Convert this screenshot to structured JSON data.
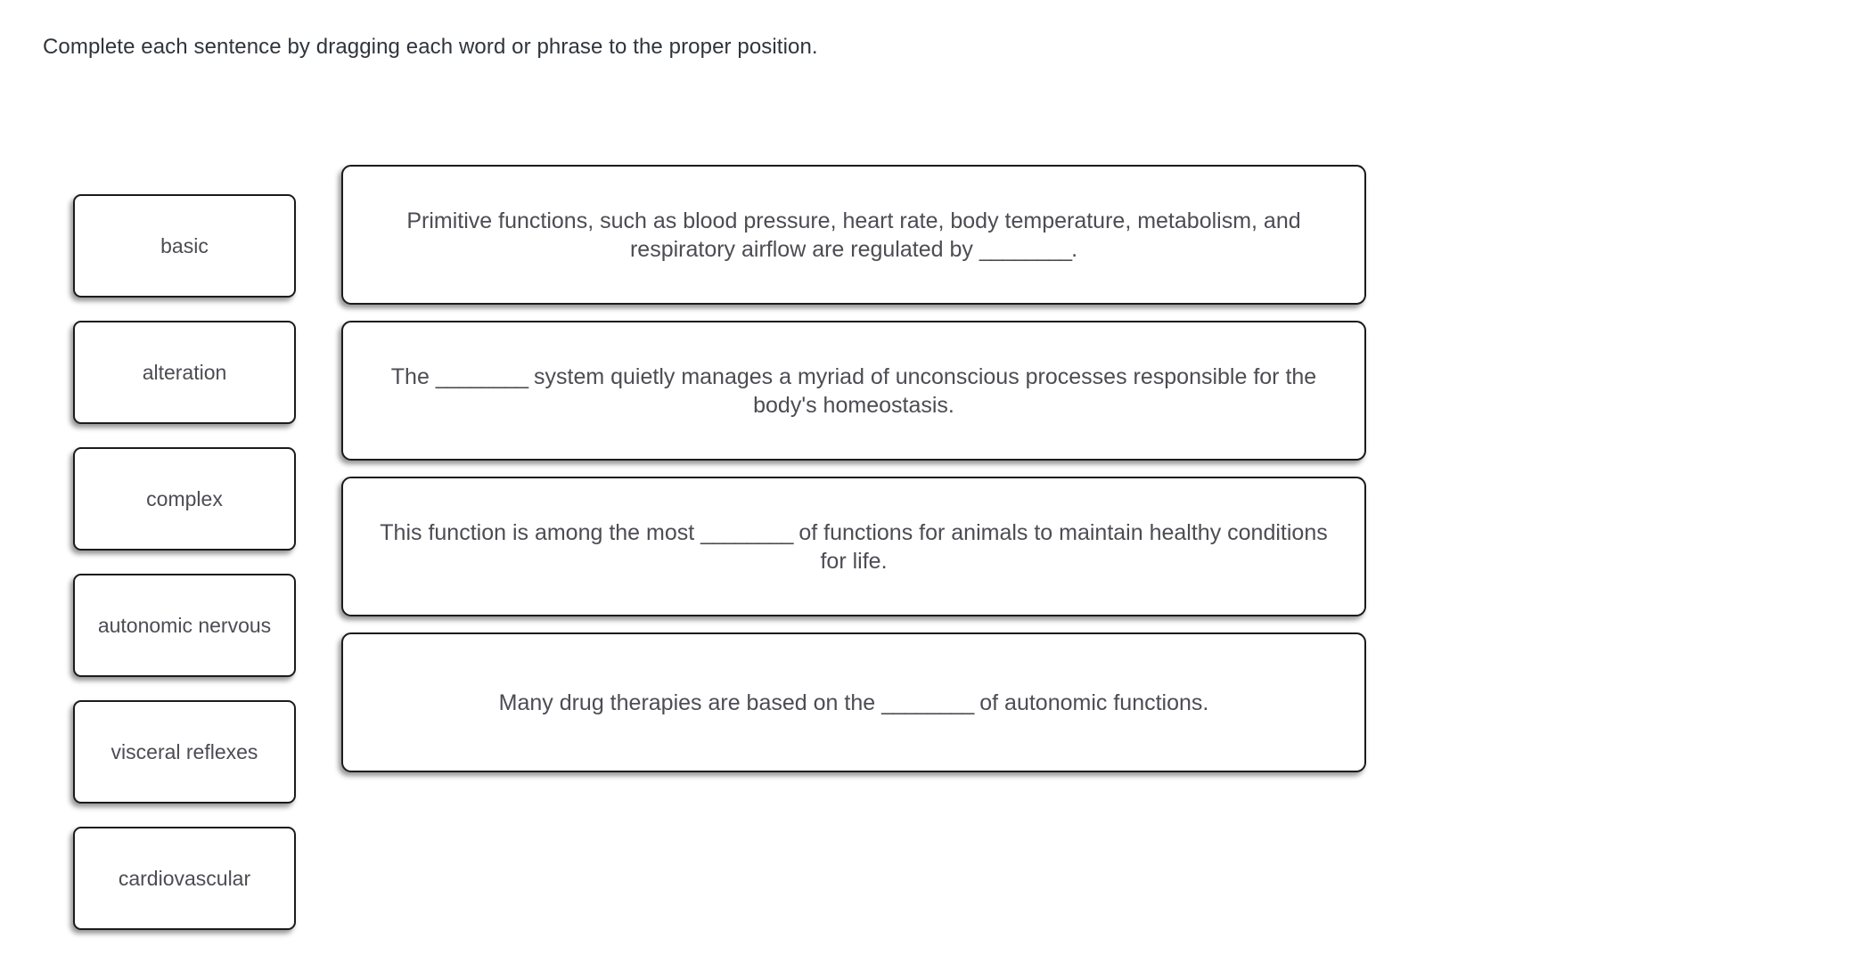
{
  "instruction": "Complete each sentence by dragging each word or phrase to the proper position.",
  "colors": {
    "text": "#4c4c53",
    "instruction_text": "#2f353b",
    "border": "#1b1b1b",
    "background": "#ffffff"
  },
  "word_bank": {
    "tiles": [
      {
        "label": "basic"
      },
      {
        "label": "alteration"
      },
      {
        "label": "complex"
      },
      {
        "label": "autonomic nervous"
      },
      {
        "label": "visceral reflexes"
      },
      {
        "label": "cardiovascular"
      }
    ]
  },
  "sentences": [
    {
      "before": "Primitive functions, such as blood pressure, heart rate, body temperature, metabolism, and respiratory airflow are regulated by ",
      "blank": "________",
      "after": ".",
      "full_text": "Primitive functions, such as blood pressure, heart rate, body temperature, metabolism, and respiratory airflow are regulated by ________.",
      "answer": ""
    },
    {
      "before": "The ",
      "blank": "________",
      "after": " system quietly manages a myriad of unconscious processes responsible for the body's homeostasis.",
      "full_text": "The ________ system quietly manages a myriad of unconscious processes responsible for the body's homeostasis.",
      "answer": ""
    },
    {
      "before": "This function is among the most ",
      "blank": "________",
      "after": " of functions for animals to maintain healthy conditions for life.",
      "full_text": "This function is among the most ________ of functions for animals to maintain healthy conditions for life.",
      "answer": ""
    },
    {
      "before": "Many drug therapies are based on the ",
      "blank": "________",
      "after": " of autonomic functions.",
      "full_text": "Many drug therapies are based on the ________ of autonomic functions.",
      "answer": ""
    }
  ]
}
